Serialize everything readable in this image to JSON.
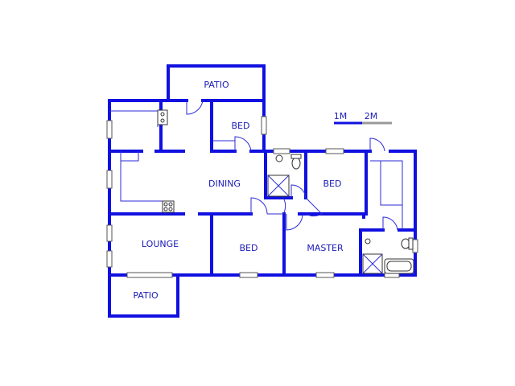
{
  "rooms": {
    "patio_top": "PATIO",
    "bed_top": "BED",
    "dining": "DINING",
    "bed_right": "BED",
    "lounge": "LOUNGE",
    "bed_bottom": "BED",
    "master": "MASTER",
    "patio_bottom": "PATIO"
  },
  "scale_bar": {
    "label_1m": "1M",
    "label_2m": "2M"
  },
  "colors": {
    "wall": "#1010e0",
    "label": "#1a1ab8"
  }
}
